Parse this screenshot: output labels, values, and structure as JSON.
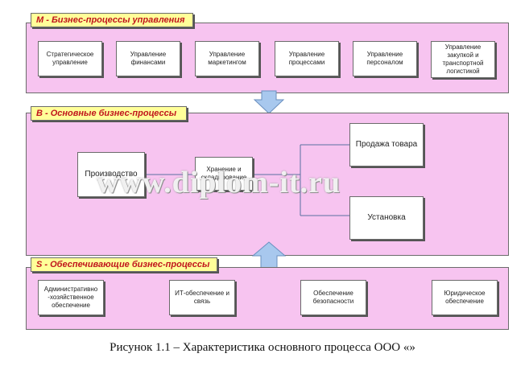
{
  "colors": {
    "panel_fill": "#f7c4f0",
    "label_fill": "#ffff99",
    "label_text": "#c0141c",
    "arrow_fill": "#a8c8ee"
  },
  "management": {
    "label": "M - Бизнес-процессы управления",
    "items": [
      "Стратегическое управление",
      "Управление финансами",
      "Управление маркетингом",
      "Управление процессами",
      "Управление персоналом",
      "Управление закупкой и транспортной логистикой"
    ]
  },
  "core": {
    "label": "B - Основные бизнес-процессы",
    "production": "Производство",
    "storage": "Хранение и складирование",
    "sales": "Продажа товара",
    "installation": "Установка"
  },
  "support": {
    "label": "S - Обеспечивающие бизнес-процессы",
    "items": [
      "Административно -хозяйственное обеспечение",
      "ИТ-обеспечение и связь",
      "Обеспечение безопасности",
      "Юридическое обеспечение"
    ]
  },
  "watermark": "www.diplom-it.ru",
  "caption": "Рисунок 1.1 – Характеристика основного процесса ООО «»"
}
